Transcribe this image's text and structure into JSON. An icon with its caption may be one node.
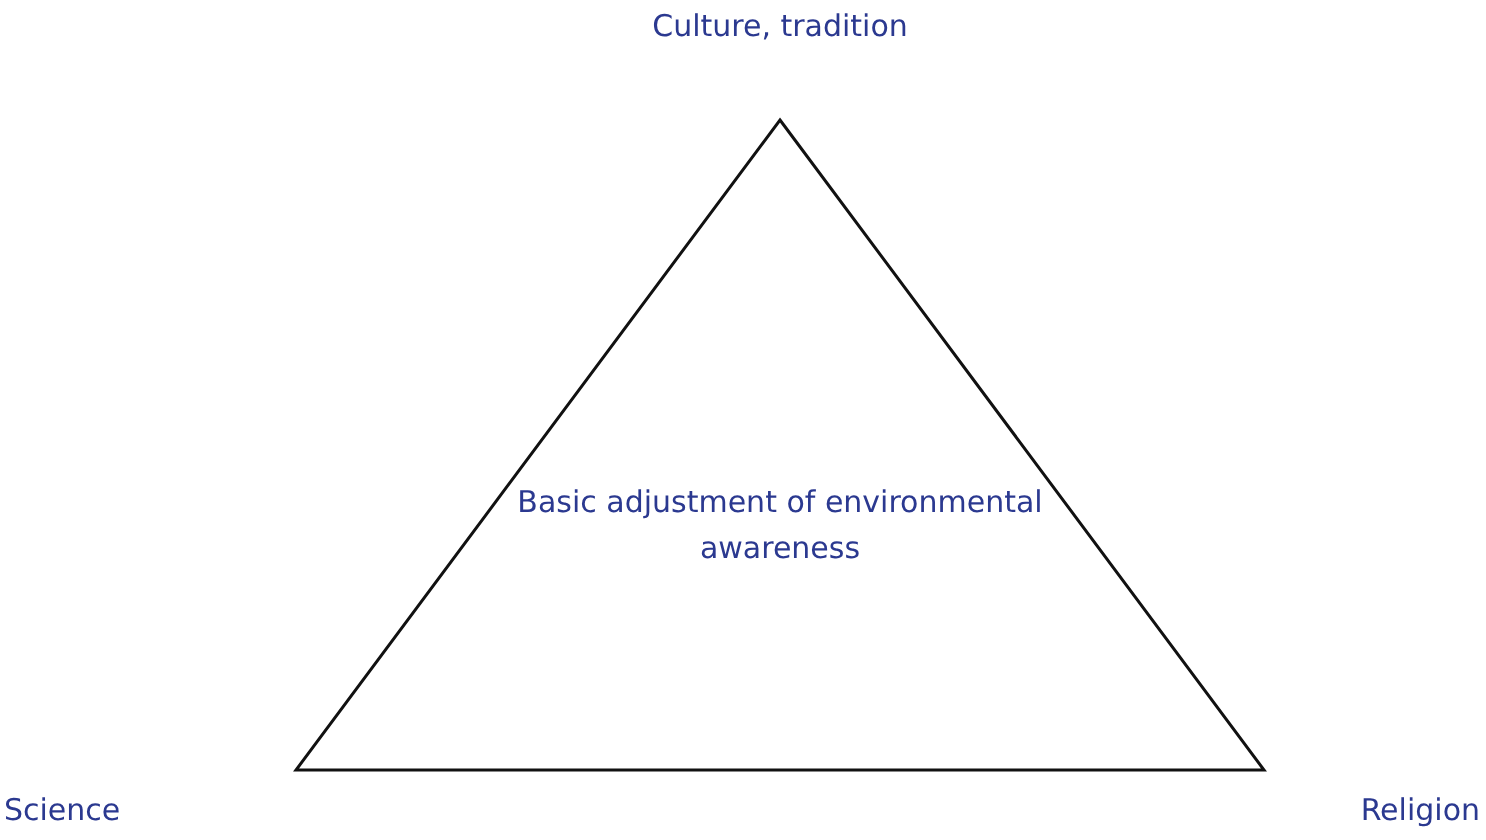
{
  "diagram": {
    "nodes": [
      {
        "text": [
          "Basic adjustment of environmental awareness"
        ]
      }
    ],
    "labels": [
      "Culture, tradition",
      "Science",
      "Religion"
    ]
  }
}
